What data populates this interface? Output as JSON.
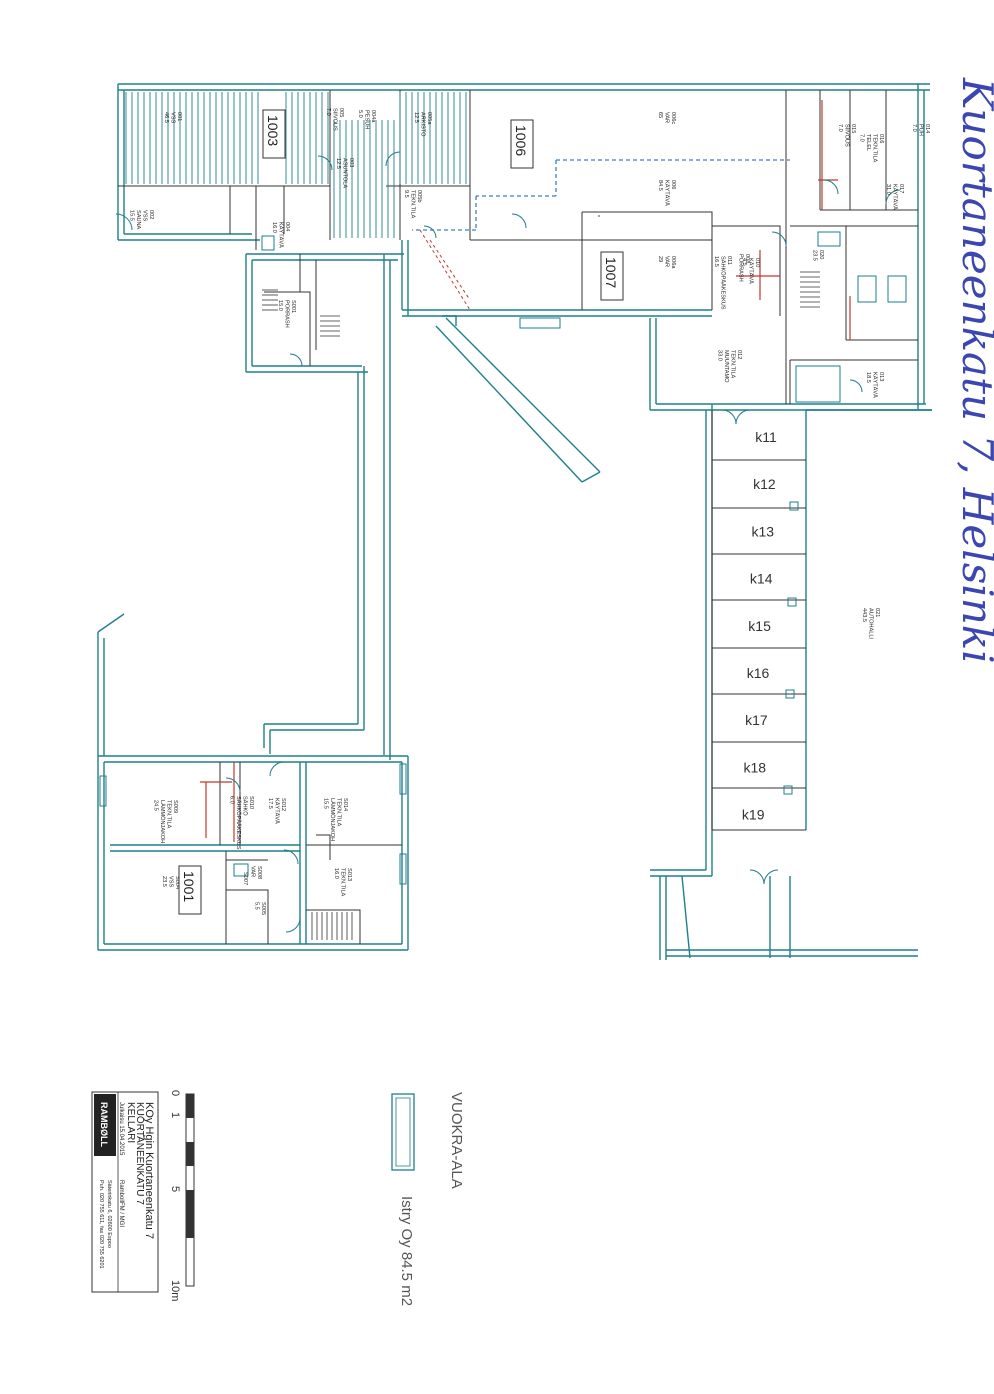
{
  "handwriting": "Kuortaneenkatu 7, Helsinki",
  "unit_codes": [
    "1003",
    "1006",
    "1007",
    "1001"
  ],
  "parking_spots": [
    "k11",
    "k12",
    "k13",
    "k14",
    "k15",
    "k16",
    "k17",
    "k18",
    "k19"
  ],
  "rooms": {
    "r001": [
      "001",
      "VSS",
      "46.5"
    ],
    "r002": [
      "002",
      "VSS",
      "SAUNA",
      "15.5"
    ],
    "r003": [
      "003",
      "ASUNTOLA",
      "12.5"
    ],
    "r004": [
      "004",
      "KÄYTÄVÄ",
      "16.0"
    ],
    "r004a": [
      "004a",
      "PESUH",
      "5.0"
    ],
    "r005": [
      "005",
      "SIIVOUS",
      "7.0"
    ],
    "r005a": [
      "005a",
      "ARKISTO",
      "12.5"
    ],
    "r005b": [
      "005b",
      "TEKN.TILA",
      "9.5"
    ],
    "r006": [
      "006",
      "KÄYTÄVÄ",
      "84.5"
    ],
    "r006a": [
      "006a",
      "VAR",
      "29"
    ],
    "r006c": [
      "006c",
      "VAR",
      "65"
    ],
    "r008": [
      "008",
      "PORRASH"
    ],
    "r010": [
      "010",
      "KÄYTÄVÄ",
      "4.5"
    ],
    "r011": [
      "011",
      "SÄHKÖPÄÄKESKUS",
      "16.5"
    ],
    "r012": [
      "012",
      "TEKN.TILA",
      "MUUNTAMO",
      "33.0"
    ],
    "r013": [
      "013",
      "KÄYTÄVÄ",
      "18.5"
    ],
    "r014": [
      "014",
      "PUH",
      "7.0"
    ],
    "r015": [
      "015",
      "SIIVOUS",
      "7.0"
    ],
    "r016": [
      "016",
      "TEKN.TILA",
      "TELEL",
      "7.0"
    ],
    "r017": [
      "017",
      "KÄYTÄVÄ",
      "31.0"
    ],
    "r020": [
      "020",
      "23.5"
    ],
    "r021": [
      "021",
      "AUTOHALLI",
      "443.5"
    ],
    "rS001": [
      "S001",
      "PORRASH",
      "15.0"
    ],
    "rS004": [
      "S004",
      "VSS",
      "23.5"
    ],
    "rS005": [
      "S005",
      "5.5"
    ],
    "rS007": [
      "S007"
    ],
    "rS008": [
      "S008",
      "VAR"
    ],
    "rS009": [
      "S009",
      "TEKN.TILA",
      "LÄMMÖNJAKOH",
      "24.5"
    ],
    "rS010": [
      "S010",
      "SÄHKÖ",
      "SÄHKÖPÄÄKESKUS",
      "6.0"
    ],
    "rS012": [
      "S012",
      "KÄYTÄVÄ",
      "17.5"
    ],
    "rS013": [
      "S013",
      "TEKN.TILA",
      "16.0"
    ],
    "rS014": [
      "S014",
      "TEKN.TILA",
      "LÄMMÖNJAKOH",
      "15.5"
    ]
  },
  "legend": {
    "title": "VUOKRA-ALA",
    "label": "Istry Oy 84.5 m2"
  },
  "title_block": {
    "line1": "KOy Hgin Kuortaneenkatu 7",
    "line2": "KUORTANEENKATU 7",
    "line3": "KELLARI",
    "date": "Julkaisu 15.04.2015",
    "author": "RambollFM / MGI",
    "company": "RAMBØLL",
    "address": "Säterinkatu 6, 02600 Espoo",
    "contact": "Puh. 020 755 611, fax 020 755 6201"
  },
  "scale": {
    "ticks": [
      "0",
      "1",
      "5",
      "10m"
    ]
  },
  "colors": {
    "wall": "#1f7f8c",
    "line": "#333333",
    "rental": "#3c7fc4",
    "pen": "#3b46b0",
    "red": "#c0392b"
  }
}
